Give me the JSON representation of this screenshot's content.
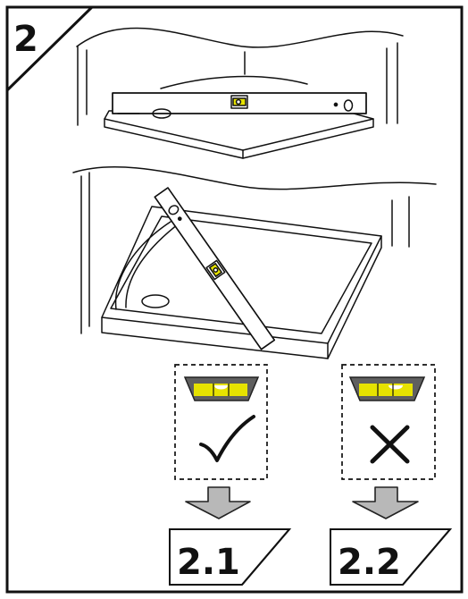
{
  "step": {
    "number": "2"
  },
  "results": [
    {
      "label": "2.1",
      "icon": "check-icon"
    },
    {
      "label": "2.2",
      "icon": "cross-icon"
    }
  ],
  "colors": {
    "level_body": "#5f5f5f",
    "bubble_fill": "#e6e200",
    "arrow_fill": "#b8b8b8",
    "line": "#111111"
  }
}
